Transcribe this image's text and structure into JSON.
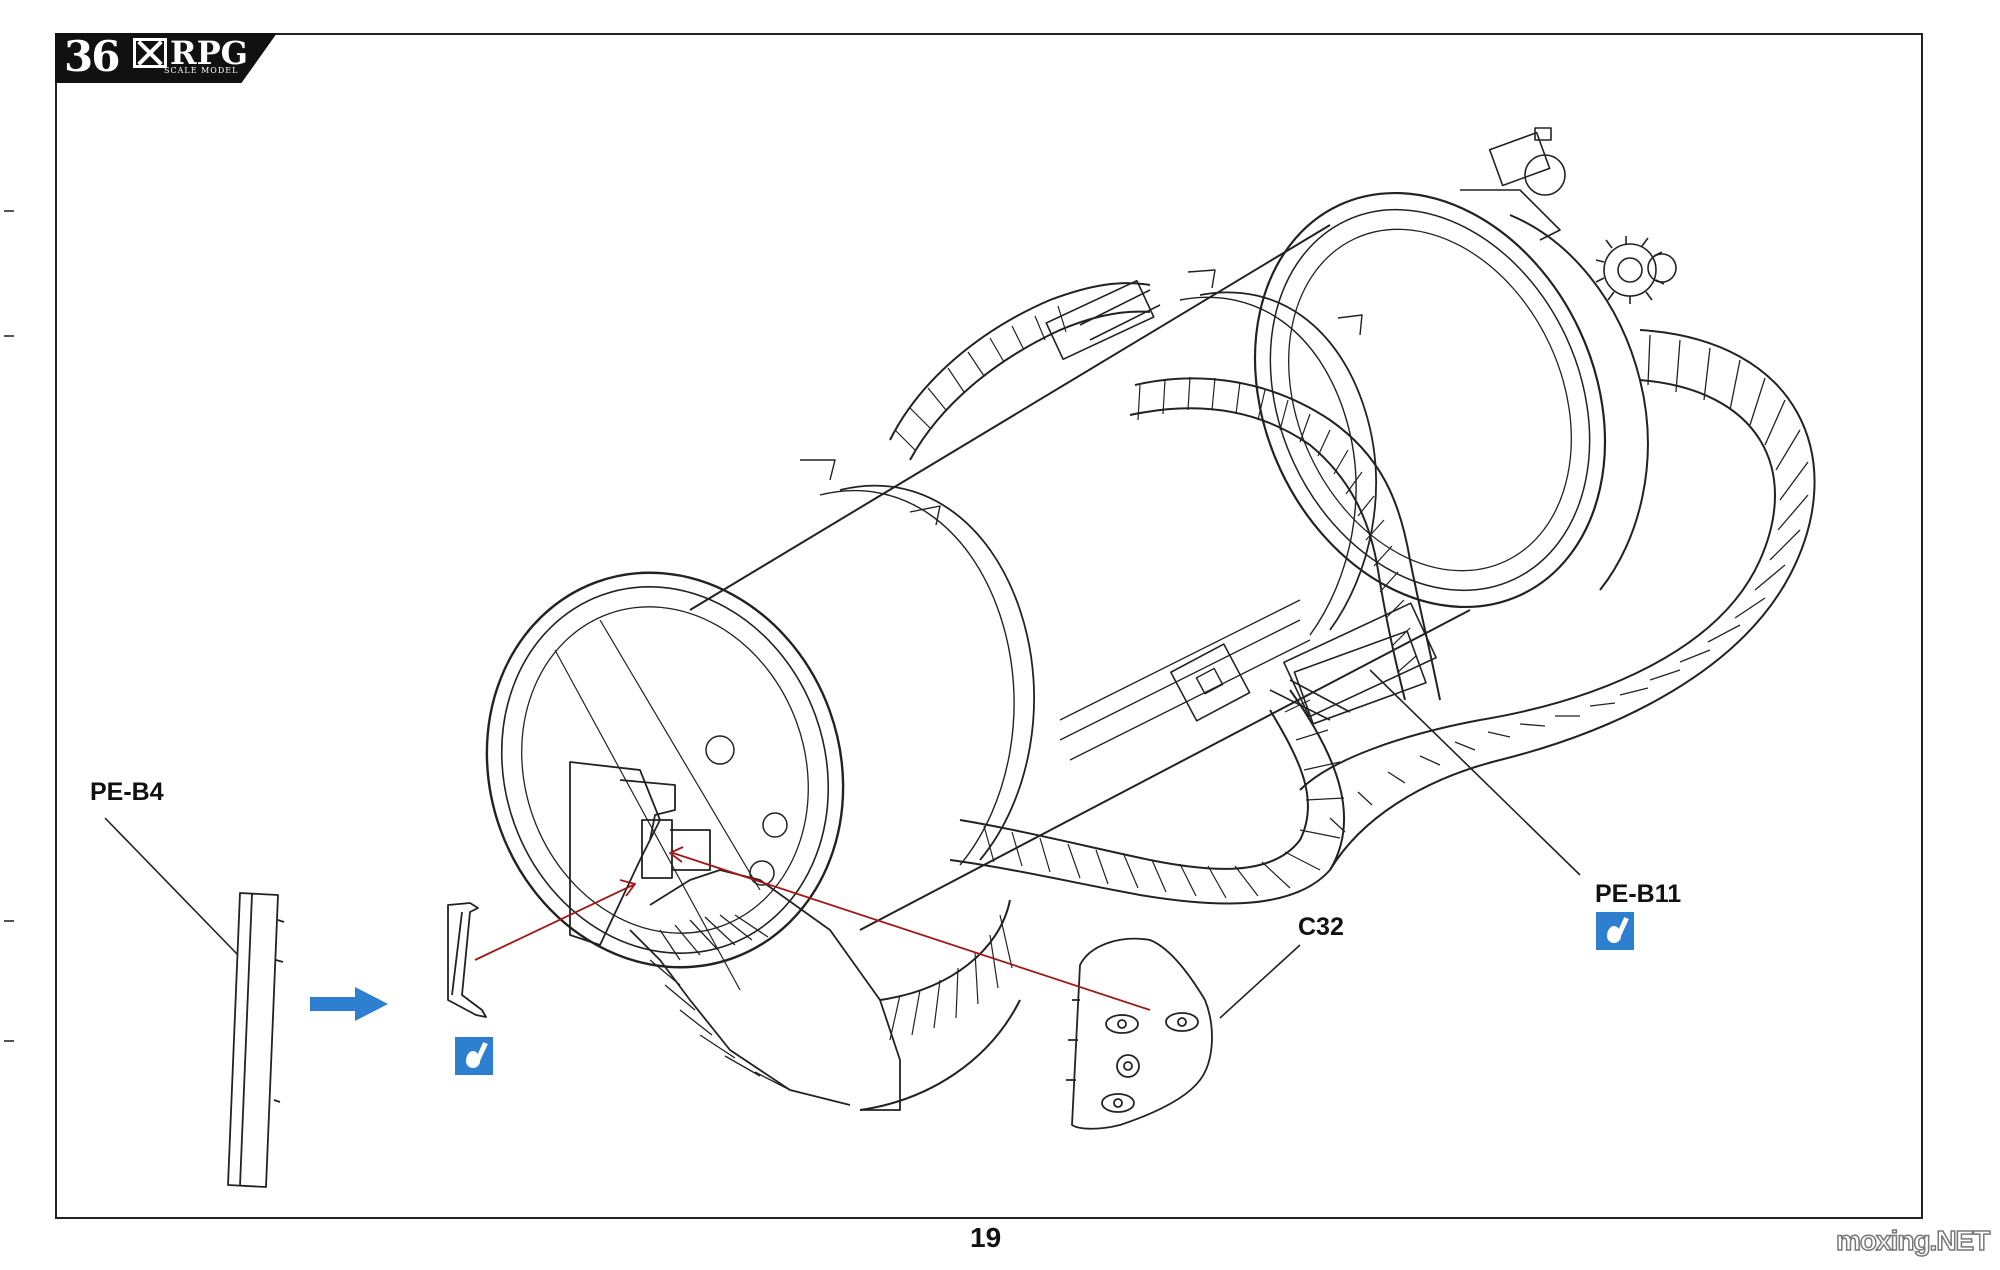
{
  "header": {
    "logo_number": "36",
    "logo_brand": "RPG",
    "logo_sub": "SCALE MODEL"
  },
  "parts": {
    "pe_b4": "PE-B4",
    "pe_b11": "PE-B11",
    "c32": "C32"
  },
  "icons": {
    "glue": "glue-icon",
    "arrow": "blue-arrow-icon"
  },
  "colors": {
    "line": "#222222",
    "guide": "#a01818",
    "accent": "#2f7fd0"
  },
  "footer": {
    "page_number": "19",
    "watermark": "moxing.NET"
  }
}
